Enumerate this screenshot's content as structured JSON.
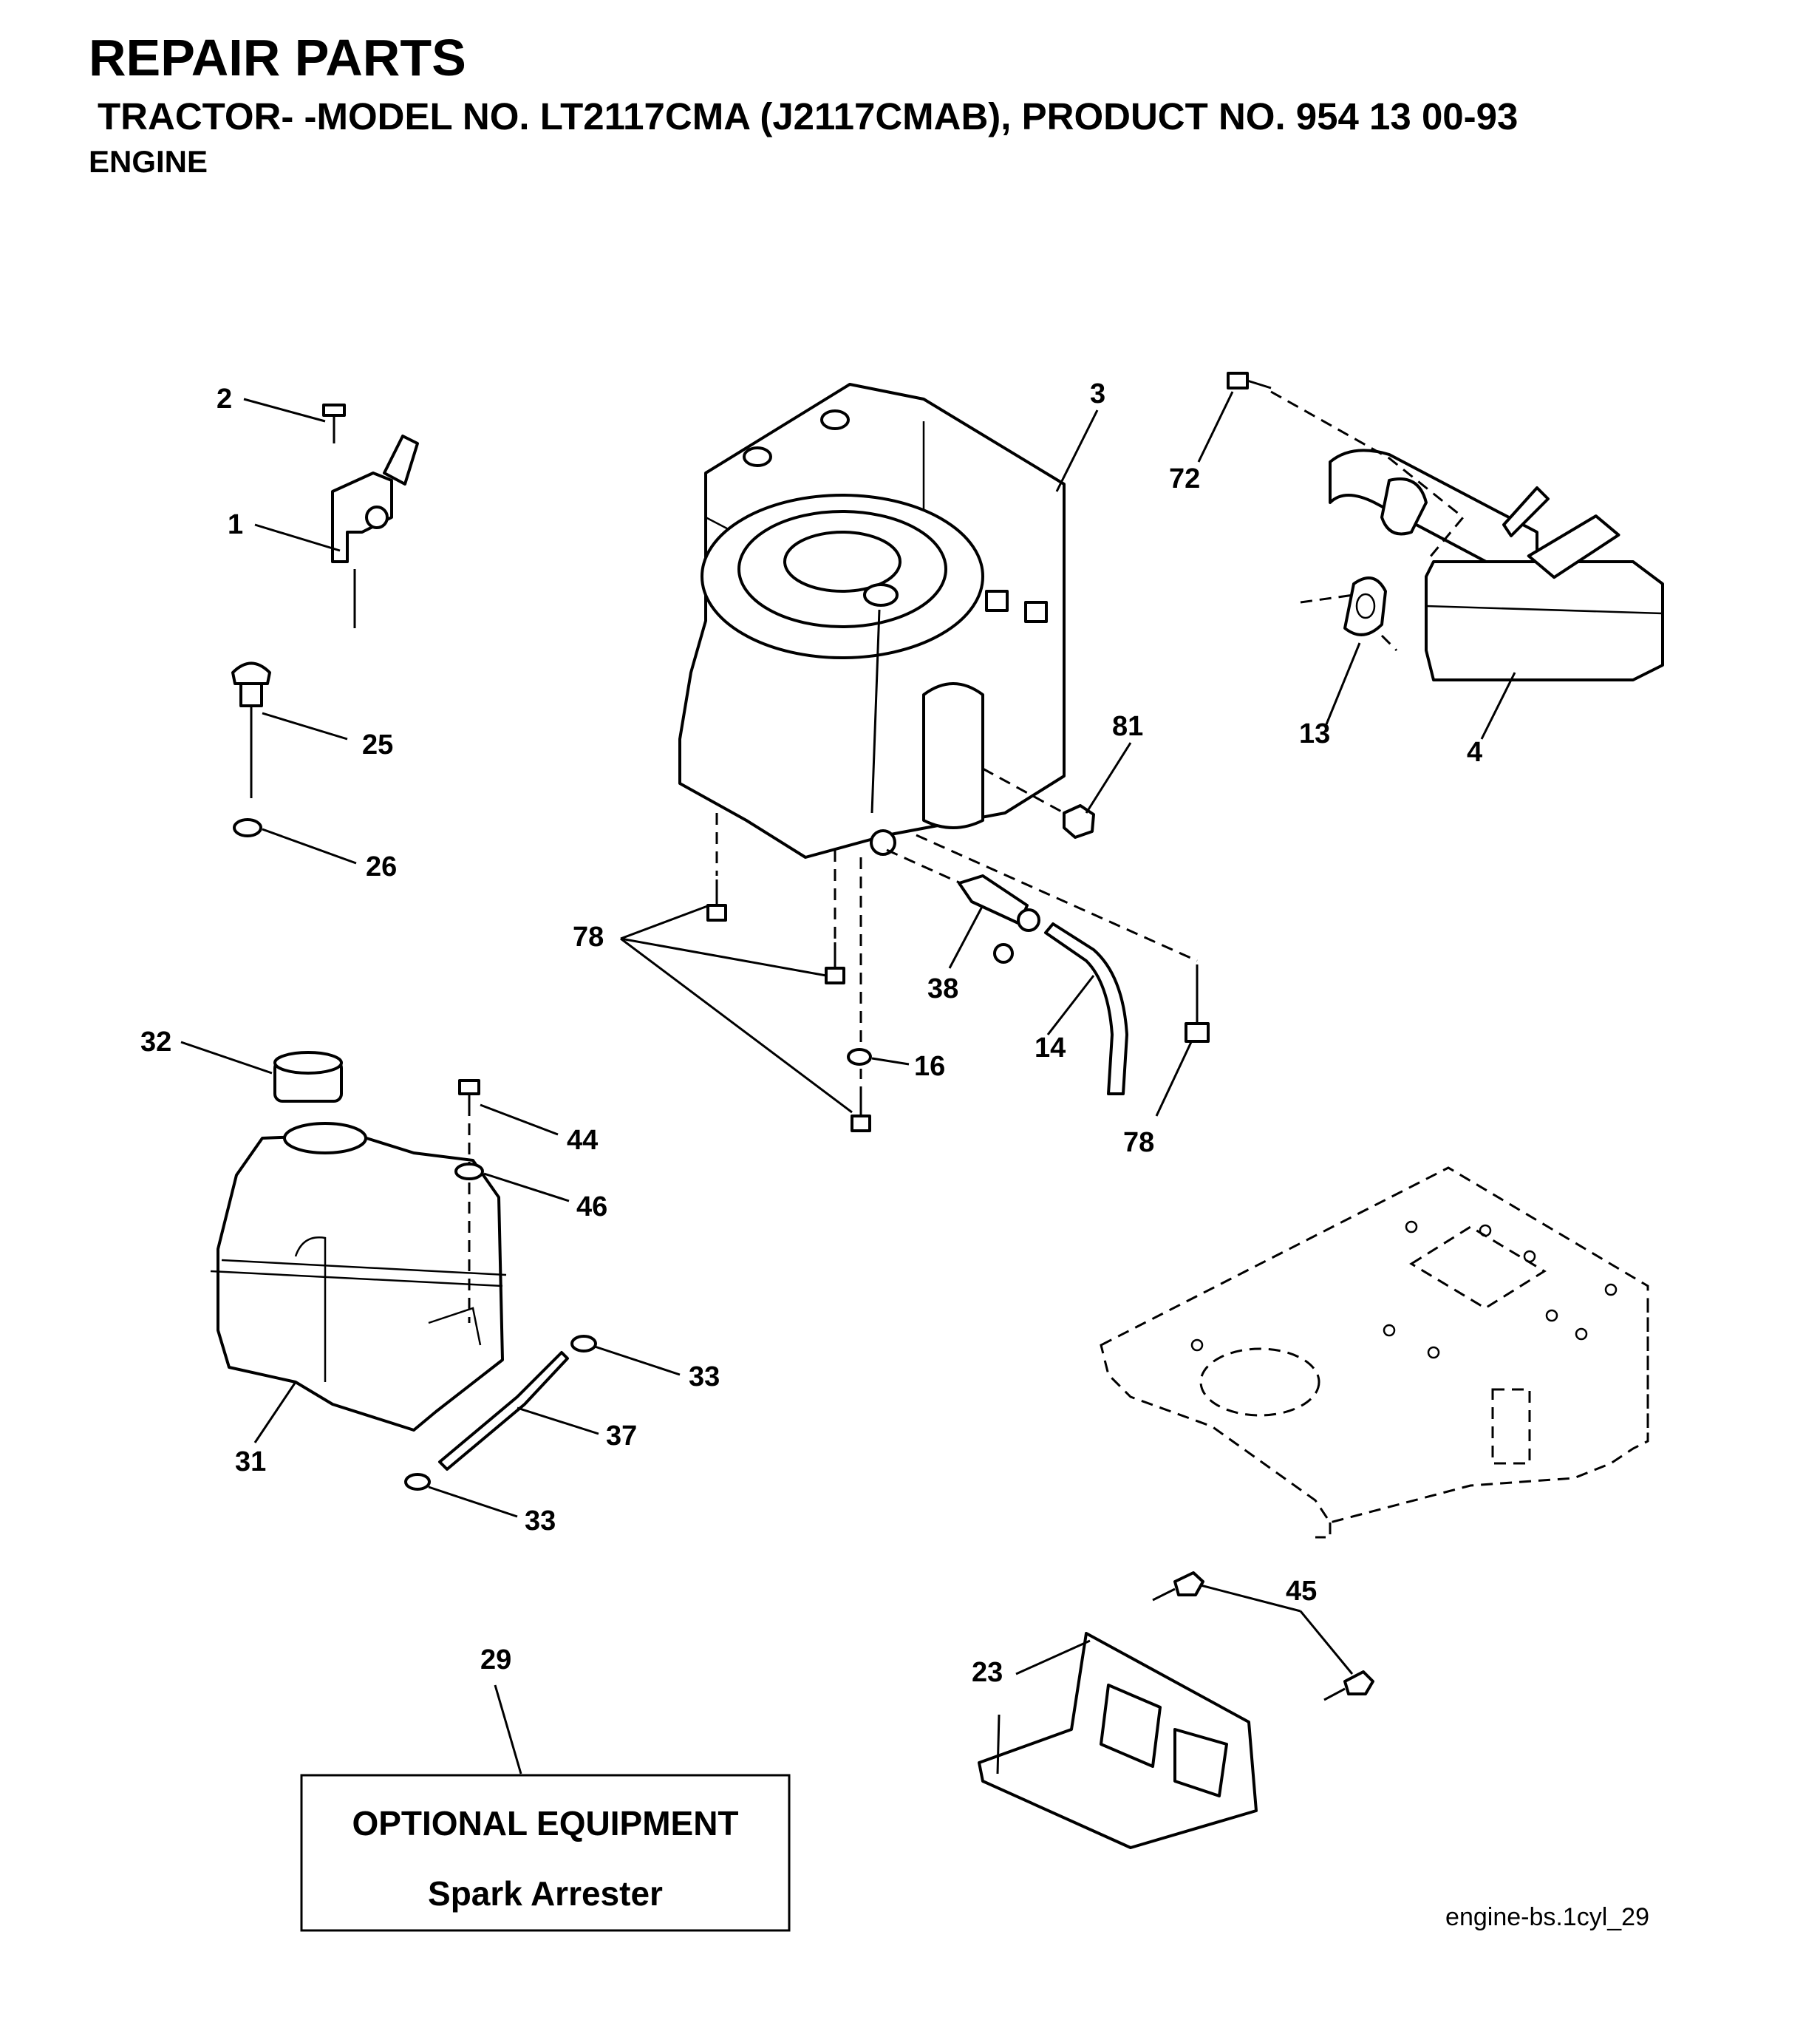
{
  "header": {
    "title": "REPAIR PARTS",
    "model_line": "TRACTOR- -MODEL NO. LT2117CMA (J2117CMAB), PRODUCT NO. 954 13 00-93",
    "section": "ENGINE"
  },
  "callouts": {
    "c1": "1",
    "c2": "2",
    "c3": "3",
    "c4": "4",
    "c13": "13",
    "c14": "14",
    "c16": "16",
    "c23": "23",
    "c25": "25",
    "c26": "26",
    "c29": "29",
    "c31": "31",
    "c32": "32",
    "c33a": "33",
    "c33b": "33",
    "c37": "37",
    "c38": "38",
    "c44": "44",
    "c45": "45",
    "c46": "46",
    "c72": "72",
    "c78a": "78",
    "c78b": "78",
    "c81": "81"
  },
  "optional_box": {
    "title": "OPTIONAL EQUIPMENT",
    "item": "Spark Arrester"
  },
  "figure_id": "engine-bs.1cyl_29"
}
